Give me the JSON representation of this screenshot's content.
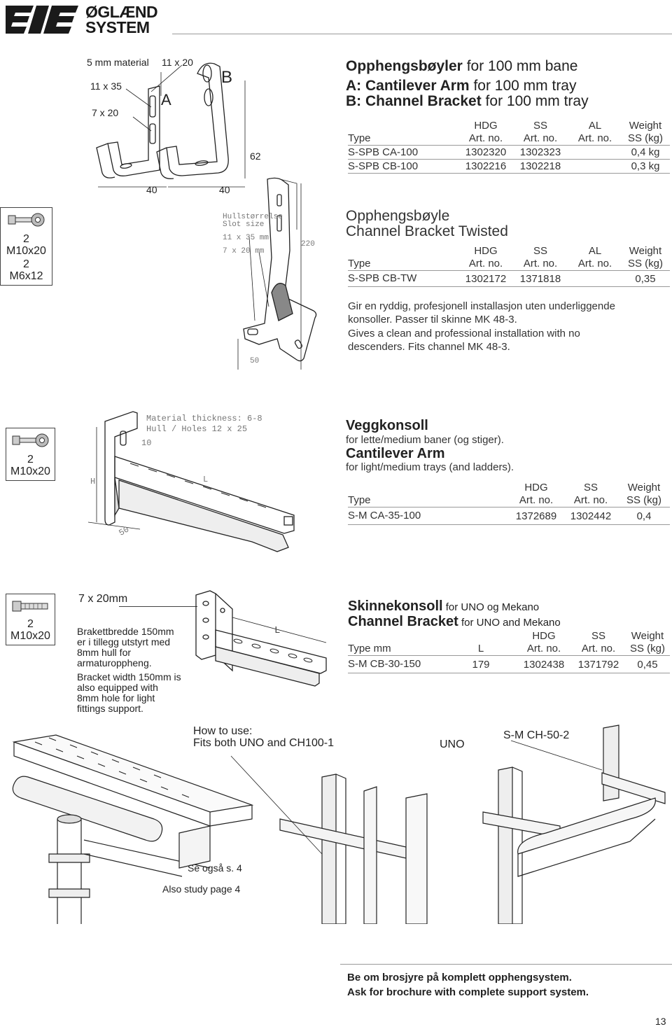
{
  "brand": {
    "line1": "ØGLÆND",
    "line2": "SYSTEM"
  },
  "sec1": {
    "labels": {
      "material": "5 mm material",
      "slot1": "11 x 20",
      "slot2": "11 x 35",
      "slot3": "7 x 20",
      "a": "A",
      "b": "B",
      "dim62": "62",
      "dim40a": "40",
      "dim40b": "40"
    },
    "title_bold": "Opphengsbøyler",
    "title_rest": " for 100 mm bane",
    "line_a_bold": "A: Cantilever Arm",
    "line_a_rest": " for 100 mm tray",
    "line_b_bold": "B: Channel Bracket",
    "line_b_rest": " for 100 mm tray",
    "table": {
      "h1": [
        "",
        "HDG",
        "SS",
        "AL",
        "Weight"
      ],
      "h2": [
        "Type",
        "Art. no.",
        "Art. no.",
        "Art. no.",
        "SS (kg)"
      ],
      "rows": [
        [
          "S-SPB CA-100",
          "1302320",
          "1302323",
          "",
          "0,4 kg"
        ],
        [
          "S-SPB CB-100",
          "1302216",
          "1302218",
          "",
          "0,3 kg"
        ]
      ]
    }
  },
  "sec2": {
    "box": {
      "q1": "2",
      "s1": "M10x20",
      "q2": "2",
      "s2": "M6x12"
    },
    "labels": {
      "slot_no": "Hullstørrelse",
      "slot_en": "Slot size",
      "s1": "11 x 35 mm",
      "s2": "7 x 20 mm",
      "d220": "220",
      "d50": "50"
    },
    "title1": "Opphengsbøyle",
    "title2": "Channel Bracket Twisted",
    "table": {
      "h1": [
        "",
        "HDG",
        "SS",
        "AL",
        "Weight"
      ],
      "h2": [
        "Type",
        "Art. no.",
        "Art. no.",
        "Art. no.",
        "SS (kg)"
      ],
      "rows": [
        [
          "S-SPB CB-TW",
          "1302172",
          "1371818",
          "",
          "0,35"
        ]
      ]
    },
    "desc1": "Gir en ryddig, profesjonell installasjon uten underliggende konsoller. Passer til skinne MK 48-3.",
    "desc2": "Gives a clean and professional installation with no descenders. Fits channel MK 48-3."
  },
  "sec3": {
    "box": {
      "q": "2",
      "s": "M10x20"
    },
    "labels": {
      "mat": "Material thickness: 6-8",
      "holes": "Hull / Holes 12 x 25",
      "d10": "10",
      "h": "H",
      "l": "L",
      "d50": "50"
    },
    "title1": "Veggkonsoll",
    "sub1": "for lette/medium baner (og stiger).",
    "title2": "Cantilever Arm",
    "sub2": "for light/medium trays (and ladders).",
    "table": {
      "h1": [
        "",
        "HDG",
        "SS",
        "Weight"
      ],
      "h2": [
        "Type",
        "Art. no.",
        "Art. no.",
        "SS (kg)"
      ],
      "rows": [
        [
          "S-M CA-35-100",
          "1372689",
          "1302442",
          "0,4"
        ]
      ]
    }
  },
  "sec4": {
    "box": {
      "q": "2",
      "s": "M10x20"
    },
    "slot": "7 x 20mm",
    "no_text": "Brakettbredde 150mm er i tillegg utstyrt med 8mm hull for armaturoppheng.",
    "en_text": "Bracket width 150mm is also equipped with 8mm hole for light fittings support.",
    "l": "L",
    "title1_bold": "Skinnekonsoll",
    "title1_rest": " for UNO og Mekano",
    "title2_bold": "Channel Bracket",
    "title2_rest": " for UNO and Mekano",
    "table": {
      "h1": [
        "",
        "",
        "HDG",
        "SS",
        "Weight"
      ],
      "h2": [
        "Type  mm",
        "L",
        "Art. no.",
        "Art. no.",
        "SS (kg)"
      ],
      "rows": [
        [
          "S-M CB-30-150",
          "179",
          "1302438",
          "1371792",
          "0,45"
        ]
      ]
    }
  },
  "sec5": {
    "howto1": "How to use:",
    "howto2": "Fits both UNO and CH100-1",
    "uno": "UNO",
    "smch": "S-M CH-50-2",
    "see_no": "Se også s. 4",
    "see_en": "Also study page 4"
  },
  "footer": {
    "line1": "Be om brosjyre på komplett opphengsystem.",
    "line2": "Ask for brochure with complete support system.",
    "page": "13"
  }
}
